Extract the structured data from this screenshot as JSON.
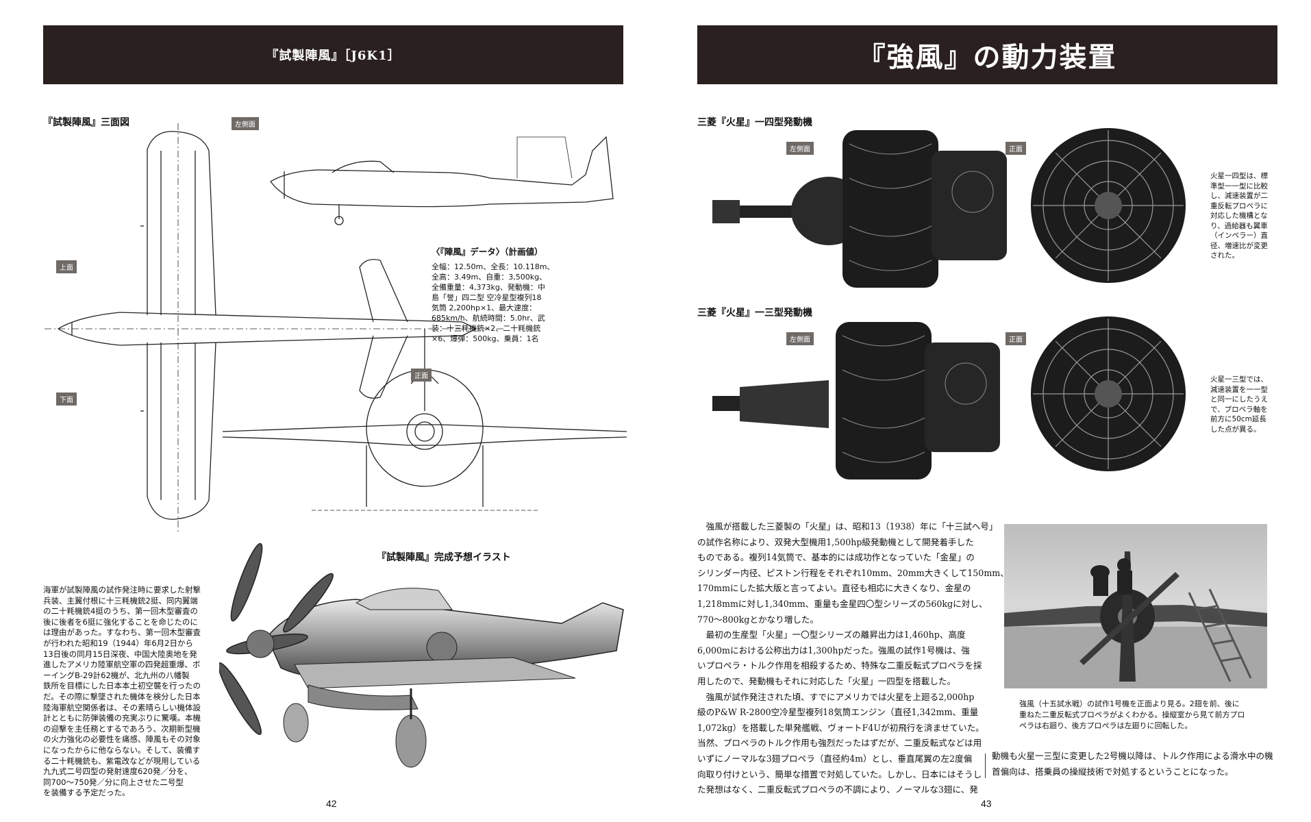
{
  "left_page": {
    "banner_title": "『試製陣風』［J6K1］",
    "drawing_title": "『試製陣風』三面図",
    "view_tags": {
      "left_side": "左側面",
      "top": "上面",
      "bottom": "下面",
      "front": "正面"
    },
    "data_box": {
      "title": "〈『陣風』データ〉（計画値）",
      "lines": [
        "全幅：12.50m、全長：10.118m、",
        "全高：3.49m、自重：3,500kg、",
        "全備重量：4,373kg、発動機：中",
        "島「誉」四二型 空冷星型複列18",
        "気筒 2,200hp×1、最大速度：",
        "685km/h、航続時間：5.0hr、武",
        "装：十三粍機銃×2、二十粍機銃",
        "×6、爆弾：500kg、乗員：1名"
      ]
    },
    "illustration_title": "『試製陣風』完成予想イラスト",
    "body_lines": [
      "海軍が試製陣風の試作発注時に要求した射撃",
      "兵装、主翼付根に十三粍機銃2挺、同内翼端",
      "の二十粍機銃4挺のうち、第一回木型審査の",
      "後に後者を6挺に強化することを命じたのに",
      "は理由があった。すなわち、第一回木型審査",
      "が行われた昭和19（1944）年6月2日から",
      "13日後の同月15日深夜、中国大陸奥地を発",
      "進したアメリカ陸軍航空軍の四発超重爆、ボ",
      "ーイングB-29計62機が、北九州の八幡製",
      "鉄所を目標にした日本本土初空襲を行ったの",
      "だ。その際に撃墜された機体を検分した日本",
      "陸海軍航空関係者は、その素晴らしい機体設",
      "計とともに防弾装備の充実ぶりに驚嘆。本機",
      "の迎撃を主任務とするであろう、次期新型機",
      "の火力強化の必要性を痛感、陣風もその対象",
      "になったからに他ならない。そして、装備す",
      "る二十粍機銃も、紫電改などが現用している",
      "九九式二号四型の発射速度620発／分を、",
      "同700～750発／分に向上させた二号型",
      "を装備する予定だった。"
    ],
    "page_number": "42"
  },
  "right_page": {
    "banner_title": "『強風』の動力装置",
    "engine1_title": "三菱『火星』一四型発動機",
    "engine2_title": "三菱『火星』一三型発動機",
    "view_tags": {
      "left_side": "左側面",
      "front": "正面"
    },
    "engine1_note": [
      "火星一四型は、標",
      "準型一一型に比較",
      "し、減速装置が二",
      "重反転プロペラに",
      "対応した機構とな",
      "り、過給器も翼車",
      "（インペラー）直",
      "径、増速比が変更",
      "された。"
    ],
    "engine2_note": [
      "火星一三型では、",
      "減速装置を一一型",
      "と同一にしたうえ",
      "で、プロペラ軸を",
      "前方に50cm延長",
      "した点が異る。"
    ],
    "body_lines": [
      "　強風が搭載した三菱製の「火星」は、昭和13（1938）年に「十三試へ号」",
      "の試作名称により、双発大型機用1,500hp級発動機として開発着手した",
      "ものである。複列14気筒で、基本的には成功作となっていた「金星」の",
      "シリンダー内径、ピストン行程をそれぞれ10mm、20mm大きくして150mm、",
      "170mmにした拡大版と言ってよい。直径も相応に大きくなり、金星の",
      "1,218mmに対し1,340mm、重量も金星四〇型シリーズの560kgに対し、",
      "770～800kgとかなり増した。",
      "　最初の生産型「火星」一〇型シリーズの離昇出力は1,460hp、高度",
      "6,000mにおける公称出力は1,300hpだった。強風の試作1号機は、強",
      "いプロペラ・トルク作用を相殺するため、特殊な二重反転式プロペラを採",
      "用したので、発動機もそれに対応した「火星」一四型を搭載した。",
      "　強風が試作発注された頃、すでにアメリカでは火星を上廻る2,000hp",
      "級のP&W R-2800空冷星型複列18気筒エンジン（直径1,342mm、重量",
      "1,072kg）を搭載した単発艦戦、ヴォートF4Uが初飛行を済ませていた。",
      "当然、プロペラのトルク作用も強烈だったはずだが、二重反転式などは用",
      "いずにノーマルな3翅プロペラ（直径約4m）とし、垂直尾翼の左2度偏",
      "向取り付けという、簡単な措置で対処していた。しかし、日本にはそうし",
      "た発想はなく、二重反転式プロペラの不調により、ノーマルな3翅に、発"
    ],
    "photo_caption": [
      "強風（十五試水戦）の試作1号機を正面より見る。2翅を前、後に",
      "重ねた二重反転式プロペラがよくわかる。操縦室から見て前方プロ",
      "ペラは右廻り、後方プロペラは左廻りに回転した。"
    ],
    "continuation_lines": [
      "動機も火星一三型に変更した2号機以降は、トルク作用による滑水中の機",
      "首偏向は、搭乗員の操縦技術で対処するということになった。"
    ],
    "page_number": "43"
  }
}
